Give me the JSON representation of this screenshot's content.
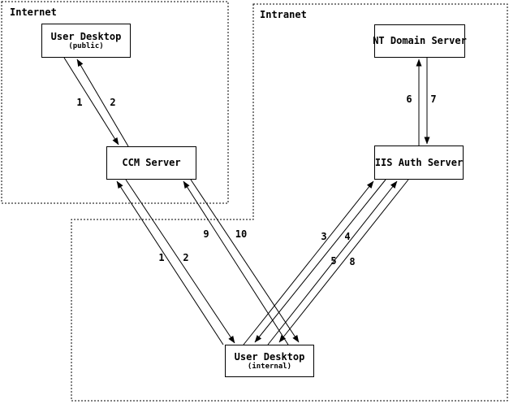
{
  "zones": {
    "internet": {
      "label": "Internet"
    },
    "intranet": {
      "label": "Intranet"
    }
  },
  "nodes": {
    "user_desktop_public": {
      "title": "User Desktop",
      "subtitle": "(public)"
    },
    "nt_domain_server": {
      "title": "NT Domain Server"
    },
    "ccm_server": {
      "title": "CCM Server"
    },
    "iis_auth_server": {
      "title": "IIS Auth Server"
    },
    "user_desktop_internal": {
      "title": "User Desktop",
      "subtitle": "(internal)"
    }
  },
  "edge_labels": [
    {
      "id": "public-ccm-request",
      "text": "1"
    },
    {
      "id": "public-ccm-response",
      "text": "2"
    },
    {
      "id": "iis-nt-request",
      "text": "6"
    },
    {
      "id": "iis-nt-response",
      "text": "7"
    },
    {
      "id": "internal-ccm-a-request",
      "text": "1"
    },
    {
      "id": "internal-ccm-a-response",
      "text": "2"
    },
    {
      "id": "internal-ccm-b-request",
      "text": "9"
    },
    {
      "id": "internal-ccm-b-response",
      "text": "10"
    },
    {
      "id": "internal-iis-a-request",
      "text": "3"
    },
    {
      "id": "internal-iis-a-response",
      "text": "4"
    },
    {
      "id": "internal-iis-b-request",
      "text": "5"
    },
    {
      "id": "internal-iis-b-response",
      "text": "8"
    }
  ],
  "colors": {
    "line": "#000000",
    "background": "#ffffff"
  }
}
